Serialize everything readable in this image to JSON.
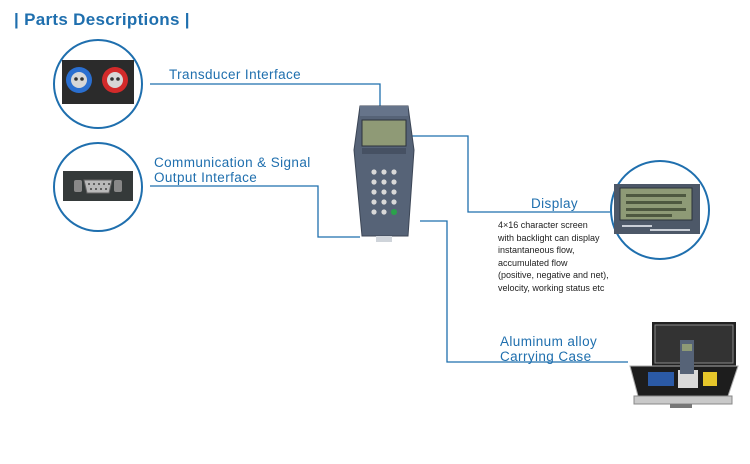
{
  "header": {
    "title": "| Parts Descriptions |"
  },
  "labels": {
    "transducer": "Transducer Interface",
    "comm_line1": "Communication & Signal",
    "comm_line2": "Output Interface",
    "display": "Display",
    "case_line1": "Aluminum alloy",
    "case_line2": "Carrying Case"
  },
  "display_description": [
    "4×16 character screen",
    "with backlight can display",
    "instantaneous flow,",
    "accumulated flow",
    "(positive, negative and net),",
    "velocity, working status etc"
  ],
  "colors": {
    "accent": "#1f6fae",
    "line": "#1f6fae",
    "device": "#566377"
  }
}
